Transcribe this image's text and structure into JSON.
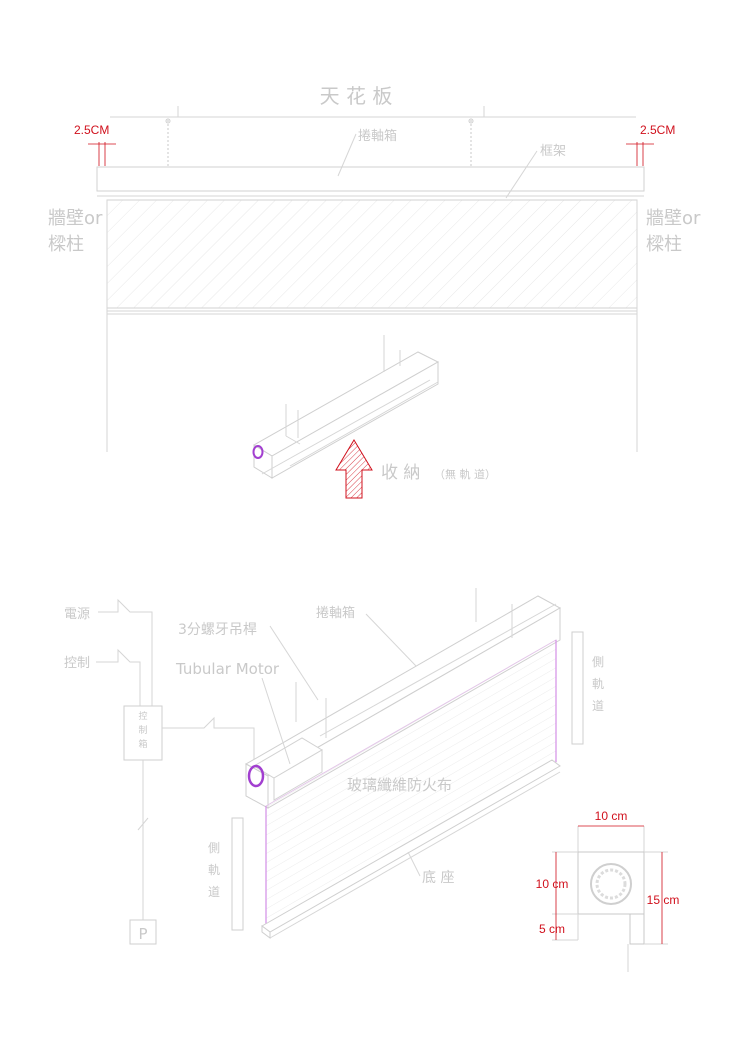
{
  "top": {
    "ceiling": "天 花 板",
    "roller_box": "捲軸箱",
    "frame": "框架",
    "gap_left": "2.5CM",
    "gap_right": "2.5CM",
    "wall_left_1": "牆壁or",
    "wall_left_2": "樑柱",
    "wall_right_1": "牆壁or",
    "wall_right_2": "樑柱",
    "retract": "收 納",
    "no_rail": "（無 軌 道）"
  },
  "bottom": {
    "power": "電源",
    "control": "控制",
    "control_box": [
      "控",
      "制",
      "箱"
    ],
    "rod": "3分螺牙吊桿",
    "motor": "Tubular Motor",
    "roller_box": "捲軸箱",
    "side_rail_right": [
      "側",
      "軌",
      "道"
    ],
    "side_rail_left": [
      "側",
      "軌",
      "道"
    ],
    "fabric": "玻璃纖維防火布",
    "base": "底 座",
    "plug": "P"
  },
  "section": {
    "width": "10 cm",
    "box_height": "10 cm",
    "total_height": "15 cm",
    "bottom_gap": "5 cm"
  },
  "colors": {
    "accent": "#d0101c",
    "line": "#d6d6d6",
    "motor_ring": "#a23fd0"
  }
}
